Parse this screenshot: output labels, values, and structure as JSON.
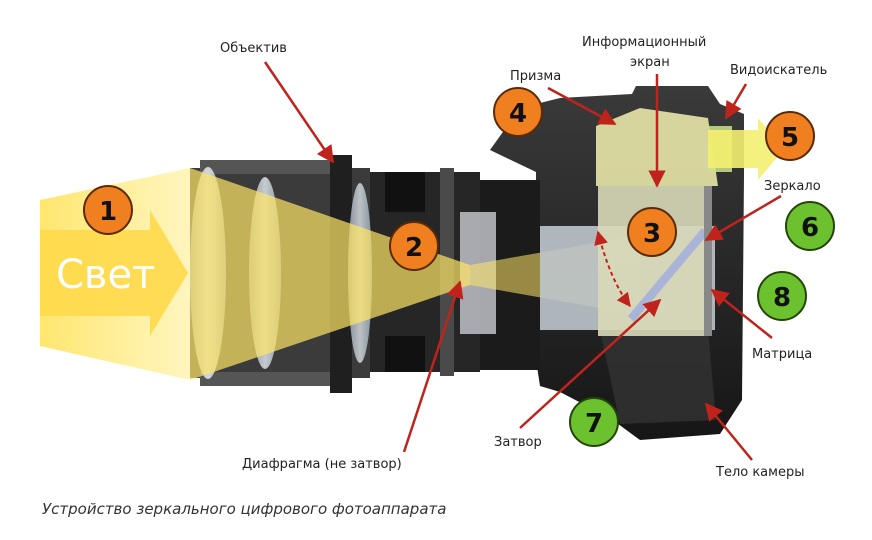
{
  "light_label": "Свет",
  "caption": "Устройство зеркального цифрового фотоаппарата",
  "labels": {
    "lens": "Объектив",
    "prism": "Призма",
    "info_screen_line1": "Информационный",
    "info_screen_line2": "экран",
    "viewfinder": "Видоискатель",
    "mirror": "Зеркало",
    "sensor": "Матрица",
    "shutter": "Затвор",
    "aperture": "Диафрагма (не затвор)",
    "body": "Тело камеры"
  },
  "markers": [
    "1",
    "2",
    "3",
    "4",
    "5",
    "6",
    "7",
    "8"
  ],
  "colors": {
    "marker_orange": "#f07f1f",
    "marker_green": "#6cc22e",
    "light_beam": "#ffe566",
    "arrow_red": "#c0231c",
    "camera_body": "#2a2a2a",
    "prism_fill": "#d9d9b8",
    "mirror_fill": "#aab3d8"
  }
}
